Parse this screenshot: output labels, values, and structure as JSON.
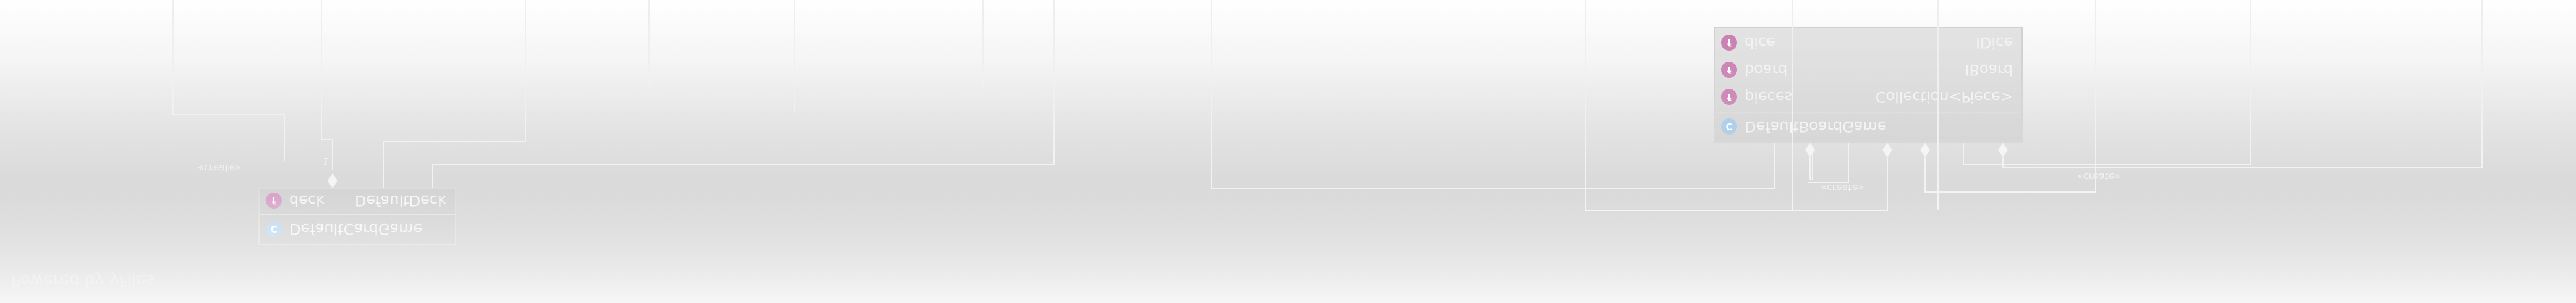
{
  "watermark": "Powered by yFiles",
  "left_class": {
    "name": "DefaultCardGame",
    "badge": "C",
    "fields": [
      {
        "badge": "f",
        "name": "deck",
        "type": "DefaultDeck"
      }
    ]
  },
  "right_class": {
    "name": "DefaultBoardGame",
    "badge": "C",
    "fields": [
      {
        "badge": "f",
        "name": "pieces",
        "type": "Collection<Piece>"
      },
      {
        "badge": "f",
        "name": "board",
        "type": "IBoard"
      },
      {
        "badge": "f",
        "name": "dice",
        "type": "IDice"
      }
    ]
  },
  "edges": {
    "create_left": "«create»",
    "create_mid": "«create»",
    "create_right": "«create»",
    "multiplicity": "1"
  },
  "colors": {
    "field_badge": "#c77ab0",
    "class_badge": "#9fc6e8"
  }
}
